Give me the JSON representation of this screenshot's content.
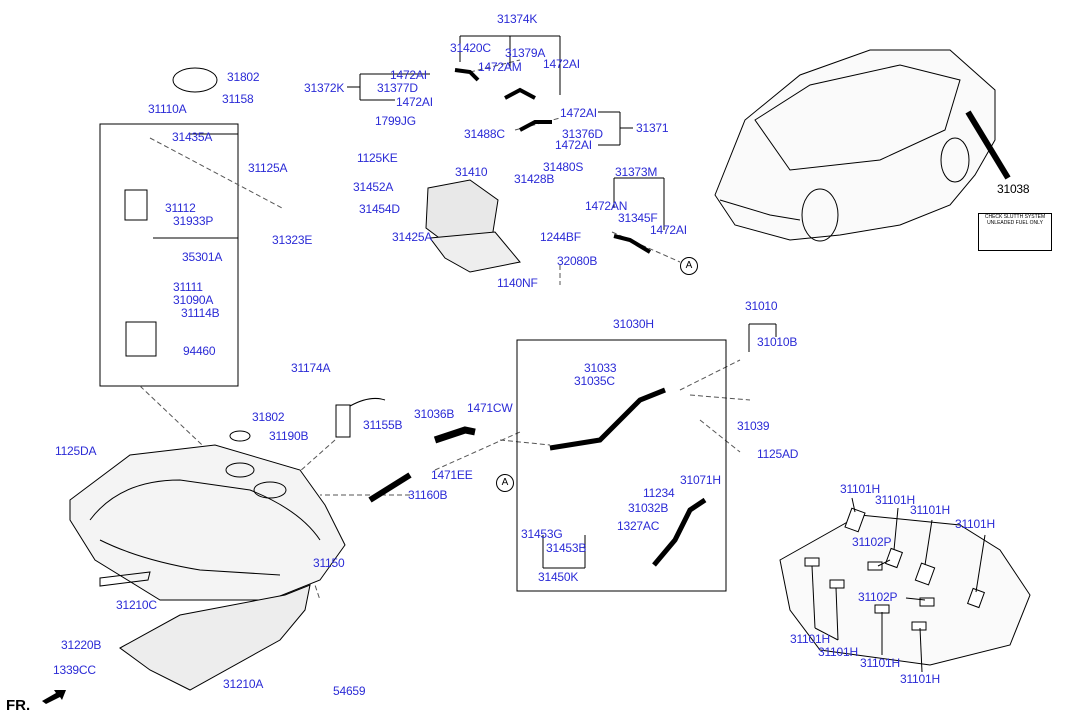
{
  "direction_marker": "FR.",
  "callout_marker": "A",
  "fuel_label_plate": "CHECK SLUTTH SYSTEM UNLEADED FUEL ONLY",
  "labels": [
    {
      "id": "p31374K",
      "text": "31374K"
    },
    {
      "id": "p31420C",
      "text": "31420C"
    },
    {
      "id": "p31379A",
      "text": "31379A"
    },
    {
      "id": "p1472AI_a",
      "text": "1472AI"
    },
    {
      "id": "p1472AM",
      "text": "1472AM"
    },
    {
      "id": "p1472AI_b",
      "text": "1472AI"
    },
    {
      "id": "p31372K",
      "text": "31372K"
    },
    {
      "id": "p31377D",
      "text": "31377D"
    },
    {
      "id": "p1472AI_c",
      "text": "1472AI"
    },
    {
      "id": "p1472AI_d",
      "text": "1472AI"
    },
    {
      "id": "p1799JG",
      "text": "1799JG"
    },
    {
      "id": "p31488C",
      "text": "31488C"
    },
    {
      "id": "p31376D",
      "text": "31376D"
    },
    {
      "id": "p31371",
      "text": "31371"
    },
    {
      "id": "p1472AI_e",
      "text": "1472AI"
    },
    {
      "id": "p31802_a",
      "text": "31802"
    },
    {
      "id": "p31158",
      "text": "31158"
    },
    {
      "id": "p31110A",
      "text": "31110A"
    },
    {
      "id": "p31435A",
      "text": "31435A"
    },
    {
      "id": "p31125A",
      "text": "31125A"
    },
    {
      "id": "p31112",
      "text": "31112"
    },
    {
      "id": "p31933P",
      "text": "31933P"
    },
    {
      "id": "p31323E",
      "text": "31323E"
    },
    {
      "id": "p35301A",
      "text": "35301A"
    },
    {
      "id": "p31111",
      "text": "31111"
    },
    {
      "id": "p31090A",
      "text": "31090A"
    },
    {
      "id": "p31114B",
      "text": "31114B"
    },
    {
      "id": "p94460",
      "text": "94460"
    },
    {
      "id": "p1125KE",
      "text": "1125KE"
    },
    {
      "id": "p31410",
      "text": "31410"
    },
    {
      "id": "p31480S",
      "text": "31480S"
    },
    {
      "id": "p31428B",
      "text": "31428B"
    },
    {
      "id": "p31373M",
      "text": "31373M"
    },
    {
      "id": "p31452A",
      "text": "31452A"
    },
    {
      "id": "p31454D",
      "text": "31454D"
    },
    {
      "id": "p1472AN",
      "text": "1472AN"
    },
    {
      "id": "p31345F",
      "text": "31345F"
    },
    {
      "id": "p1472AI_f",
      "text": "1472AI"
    },
    {
      "id": "p31425A",
      "text": "31425A"
    },
    {
      "id": "p1244BF",
      "text": "1244BF"
    },
    {
      "id": "p32080B",
      "text": "32080B"
    },
    {
      "id": "p1140NF",
      "text": "1140NF"
    },
    {
      "id": "p31038",
      "text": "31038"
    },
    {
      "id": "p31010",
      "text": "31010"
    },
    {
      "id": "p31030H",
      "text": "31030H"
    },
    {
      "id": "p31010B",
      "text": "31010B"
    },
    {
      "id": "p31033",
      "text": "31033"
    },
    {
      "id": "p31035C",
      "text": "31035C"
    },
    {
      "id": "p31174A",
      "text": "31174A"
    },
    {
      "id": "p1471CW",
      "text": "1471CW"
    },
    {
      "id": "p31036B",
      "text": "31036B"
    },
    {
      "id": "p31039",
      "text": "31039"
    },
    {
      "id": "p31802_b",
      "text": "31802"
    },
    {
      "id": "p31190B",
      "text": "31190B"
    },
    {
      "id": "p31155B",
      "text": "31155B"
    },
    {
      "id": "p1125DA",
      "text": "1125DA"
    },
    {
      "id": "p1125AD",
      "text": "1125AD"
    },
    {
      "id": "p1471EE",
      "text": "1471EE"
    },
    {
      "id": "p31071H",
      "text": "31071H"
    },
    {
      "id": "p31160B",
      "text": "31160B"
    },
    {
      "id": "p11234",
      "text": "11234"
    },
    {
      "id": "p31032B",
      "text": "31032B"
    },
    {
      "id": "p1327AC",
      "text": "1327AC"
    },
    {
      "id": "p31453G",
      "text": "31453G"
    },
    {
      "id": "p31453B",
      "text": "31453B"
    },
    {
      "id": "p31450K",
      "text": "31450K"
    },
    {
      "id": "p31150",
      "text": "31150"
    },
    {
      "id": "p31210C",
      "text": "31210C"
    },
    {
      "id": "p31220B",
      "text": "31220B"
    },
    {
      "id": "p1339CC",
      "text": "1339CC"
    },
    {
      "id": "p31210A",
      "text": "31210A"
    },
    {
      "id": "p54659",
      "text": "54659"
    },
    {
      "id": "p31101H_a",
      "text": "31101H"
    },
    {
      "id": "p31101H_b",
      "text": "31101H"
    },
    {
      "id": "p31101H_c",
      "text": "31101H"
    },
    {
      "id": "p31101H_d",
      "text": "31101H"
    },
    {
      "id": "p31102P_a",
      "text": "31102P"
    },
    {
      "id": "p31102P_b",
      "text": "31102P"
    },
    {
      "id": "p31101H_e",
      "text": "31101H"
    },
    {
      "id": "p31101H_f",
      "text": "31101H"
    },
    {
      "id": "p31101H_g",
      "text": "31101H"
    },
    {
      "id": "p31101H_h",
      "text": "31101H"
    }
  ]
}
